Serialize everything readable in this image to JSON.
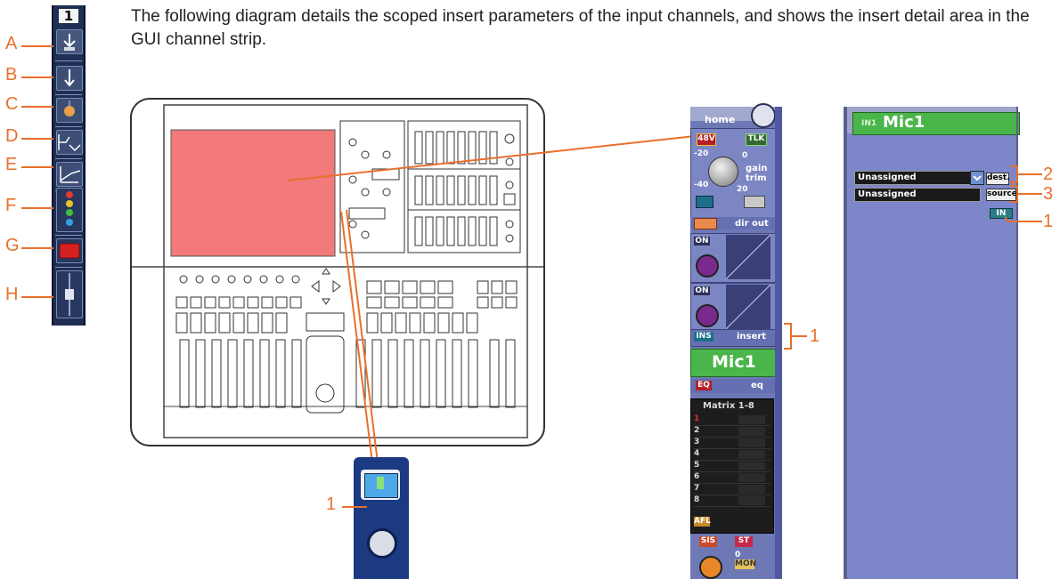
{
  "intro_text": "The following diagram details the scoped insert parameters of the input channels, and shows the insert detail area in the GUI channel strip.",
  "icon_strip": {
    "channel_number": "1",
    "callouts": [
      "A",
      "B",
      "C",
      "D",
      "E",
      "F",
      "G",
      "H"
    ]
  },
  "callout_1": "1",
  "callout_2": "2",
  "callout_3": "3",
  "channel_strip": {
    "tab": "home",
    "phantom": "48V",
    "talkback": "TLK",
    "gain_top": "0",
    "gain_left": "-20",
    "gain_left_low": "-40",
    "gain_right": "20",
    "gain_label": "gain",
    "trim_label": "trim",
    "dir_out": "dir out",
    "on_1": "ON",
    "on_2": "ON",
    "ins_button": "INS",
    "insert_label": "insert",
    "channel_name": "Mic1",
    "eq_button": "EQ",
    "eq_label": "eq",
    "matrix_title": "Matrix 1-8",
    "matrix_rows": [
      "1",
      "2",
      "3",
      "4",
      "5",
      "6",
      "7",
      "8"
    ],
    "afl": "AFL",
    "sis": "SIS",
    "st": "ST",
    "mon": "MON",
    "pan_top": "0"
  },
  "insert_detail": {
    "channel_tag": "IN1",
    "channel_name": "Mic1",
    "dest_value": "Unassigned",
    "dest_button": "dest.",
    "source_value": "Unassigned",
    "source_button": "source",
    "in_button": "IN"
  },
  "colors": {
    "accent": "#e8702c",
    "green": "#4ab54a",
    "strip_blue": "#6e78b4",
    "panel_blue": "#7d86c9"
  }
}
